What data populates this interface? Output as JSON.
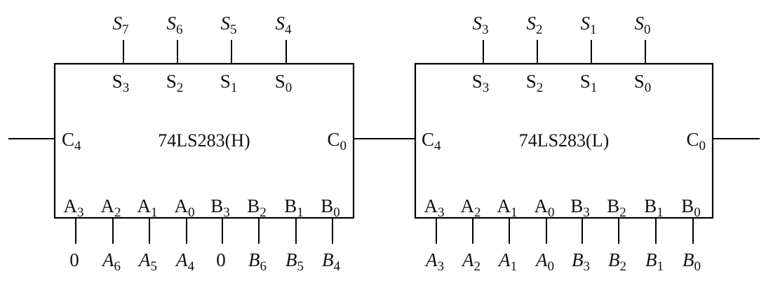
{
  "diagram": {
    "type": "circuit",
    "description": "Two 74LS283 4-bit adders cascaded",
    "chips": [
      {
        "id": "high",
        "name": "74LS283(H)",
        "carry_out_label": {
          "base": "C",
          "sub": "4"
        },
        "carry_in_label": {
          "base": "C",
          "sub": "0"
        },
        "outputs": [
          {
            "pin": {
              "base": "S",
              "sub": "3"
            },
            "signal": {
              "base": "S",
              "sub": "7"
            }
          },
          {
            "pin": {
              "base": "S",
              "sub": "2"
            },
            "signal": {
              "base": "S",
              "sub": "6"
            }
          },
          {
            "pin": {
              "base": "S",
              "sub": "1"
            },
            "signal": {
              "base": "S",
              "sub": "5"
            }
          },
          {
            "pin": {
              "base": "S",
              "sub": "0"
            },
            "signal": {
              "base": "S",
              "sub": "4"
            }
          }
        ],
        "inputs": [
          {
            "pin": {
              "base": "A",
              "sub": "3"
            },
            "signal": {
              "base": "0",
              "sub": "",
              "italic": false
            }
          },
          {
            "pin": {
              "base": "A",
              "sub": "2"
            },
            "signal": {
              "base": "A",
              "sub": "6",
              "italic": true
            }
          },
          {
            "pin": {
              "base": "A",
              "sub": "1"
            },
            "signal": {
              "base": "A",
              "sub": "5",
              "italic": true
            }
          },
          {
            "pin": {
              "base": "A",
              "sub": "0"
            },
            "signal": {
              "base": "A",
              "sub": "4",
              "italic": true
            }
          },
          {
            "pin": {
              "base": "B",
              "sub": "3"
            },
            "signal": {
              "base": "0",
              "sub": "",
              "italic": false
            }
          },
          {
            "pin": {
              "base": "B",
              "sub": "2"
            },
            "signal": {
              "base": "B",
              "sub": "6",
              "italic": true
            }
          },
          {
            "pin": {
              "base": "B",
              "sub": "1"
            },
            "signal": {
              "base": "B",
              "sub": "5",
              "italic": true
            }
          },
          {
            "pin": {
              "base": "B",
              "sub": "0"
            },
            "signal": {
              "base": "B",
              "sub": "4",
              "italic": true
            }
          }
        ]
      },
      {
        "id": "low",
        "name": "74LS283(L)",
        "carry_out_label": {
          "base": "C",
          "sub": "4"
        },
        "carry_in_label": {
          "base": "C",
          "sub": "0"
        },
        "outputs": [
          {
            "pin": {
              "base": "S",
              "sub": "3"
            },
            "signal": {
              "base": "S",
              "sub": "3"
            }
          },
          {
            "pin": {
              "base": "S",
              "sub": "2"
            },
            "signal": {
              "base": "S",
              "sub": "2"
            }
          },
          {
            "pin": {
              "base": "S",
              "sub": "1"
            },
            "signal": {
              "base": "S",
              "sub": "1"
            }
          },
          {
            "pin": {
              "base": "S",
              "sub": "0"
            },
            "signal": {
              "base": "S",
              "sub": "0"
            }
          }
        ],
        "inputs": [
          {
            "pin": {
              "base": "A",
              "sub": "3"
            },
            "signal": {
              "base": "A",
              "sub": "3",
              "italic": true
            }
          },
          {
            "pin": {
              "base": "A",
              "sub": "2"
            },
            "signal": {
              "base": "A",
              "sub": "2",
              "italic": true
            }
          },
          {
            "pin": {
              "base": "A",
              "sub": "1"
            },
            "signal": {
              "base": "A",
              "sub": "1",
              "italic": true
            }
          },
          {
            "pin": {
              "base": "A",
              "sub": "0"
            },
            "signal": {
              "base": "A",
              "sub": "0",
              "italic": true
            }
          },
          {
            "pin": {
              "base": "B",
              "sub": "3"
            },
            "signal": {
              "base": "B",
              "sub": "3",
              "italic": true
            }
          },
          {
            "pin": {
              "base": "B",
              "sub": "2"
            },
            "signal": {
              "base": "B",
              "sub": "2",
              "italic": true
            }
          },
          {
            "pin": {
              "base": "B",
              "sub": "1"
            },
            "signal": {
              "base": "B",
              "sub": "1",
              "italic": true
            }
          },
          {
            "pin": {
              "base": "B",
              "sub": "0"
            },
            "signal": {
              "base": "B",
              "sub": "0",
              "italic": true
            }
          }
        ]
      }
    ],
    "connections": [
      {
        "from": "high.C4",
        "to": "external-left"
      },
      {
        "from": "low.C4",
        "to": "high.C0"
      },
      {
        "from": "external-right",
        "to": "low.C0"
      }
    ]
  }
}
